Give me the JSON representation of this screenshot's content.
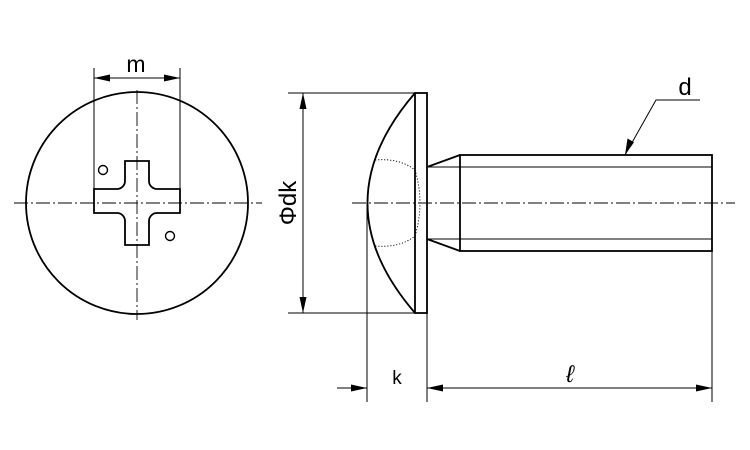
{
  "labels": {
    "m": "m",
    "dk": "Φdk",
    "k": "k",
    "l": "ℓ",
    "d": "d"
  }
}
